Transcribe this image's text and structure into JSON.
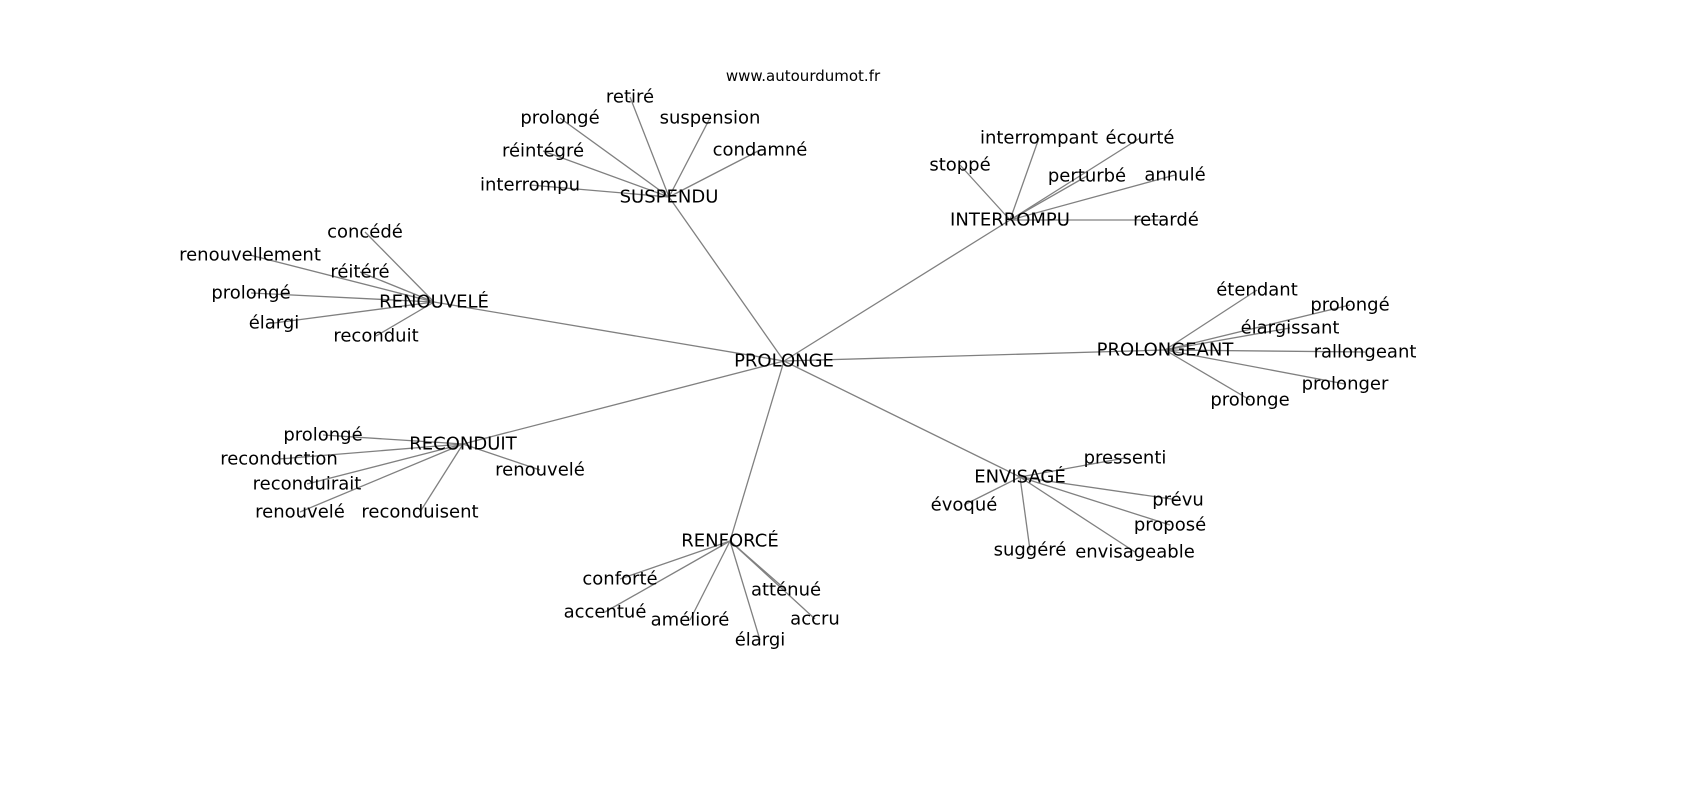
{
  "site": "www.autourdumot.fr",
  "root": "PROLONGE",
  "hubs": [
    {
      "label": "SUSPENDU",
      "children": [
        "prolongé",
        "retiré",
        "suspension",
        "condamné",
        "réintégré",
        "interrompu"
      ]
    },
    {
      "label": "INTERROMPU",
      "children": [
        "interrompant",
        "écourté",
        "stoppé",
        "perturbé",
        "annulé",
        "retardé"
      ]
    },
    {
      "label": "RENOUVELÉ",
      "children": [
        "concédé",
        "renouvellement",
        "réitéré",
        "prolongé",
        "élargi",
        "reconduit"
      ]
    },
    {
      "label": "PROLONGEANT",
      "children": [
        "étendant",
        "prolongé",
        "élargissant",
        "rallongeant",
        "prolonger",
        "prolonge"
      ]
    },
    {
      "label": "RECONDUIT",
      "children": [
        "prolongé",
        "reconduction",
        "reconduirait",
        "renouvelé",
        "reconduisent",
        "renouvelé"
      ]
    },
    {
      "label": "ENVISAGÉ",
      "children": [
        "pressenti",
        "prévu",
        "proposé",
        "envisageable",
        "suggéré",
        "évoqué"
      ]
    },
    {
      "label": "RENFORCÉ",
      "children": [
        "conforté",
        "accentué",
        "amélioré",
        "élargi",
        "atténué",
        "accru"
      ]
    }
  ]
}
